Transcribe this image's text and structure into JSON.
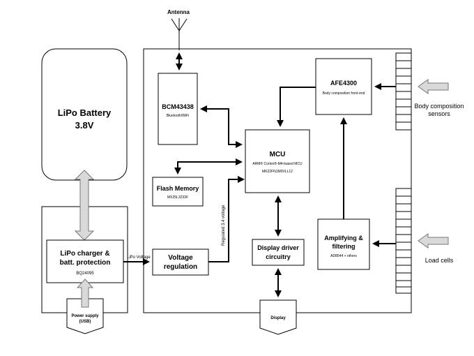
{
  "antenna": {
    "label": "Antenna"
  },
  "battery": {
    "title": "LiPo Battery",
    "voltage": "3.8V"
  },
  "charger": {
    "title_line1": "LiPo charger &",
    "title_line2": "batt. protection",
    "part": "BQ24095"
  },
  "power_supply": {
    "line1": "Power supply",
    "line2": "(USB)"
  },
  "bcm": {
    "title": "BCM43438",
    "subtitle": "Bluetooth/WiFi"
  },
  "afe": {
    "title": "AFE4300",
    "subtitle": "Body composition front-end"
  },
  "mcu": {
    "title": "MCU",
    "line1": "ARM® Cortex®-M4-based MCU",
    "line2": "MK22FN1M0VLL12"
  },
  "flash": {
    "title": "Flash Memory",
    "part": "MX25L3233F"
  },
  "voltage_reg": {
    "line1": "Voltage",
    "line2": "regulation"
  },
  "display_driver": {
    "line1": "Display driver",
    "line2": "circuitry"
  },
  "amplifier": {
    "line1": "Amplifying &",
    "line2": "filtering",
    "part": "AD8544 + others"
  },
  "display": {
    "label": "Display"
  },
  "body_sensors": {
    "line1": "Body composition",
    "line2": "sensors"
  },
  "load_cells": {
    "label": "Load cells"
  },
  "wires": {
    "lipo_voltage": "LiPo Voltage",
    "regulated_voltage": "Regulated 3.4 voltage"
  }
}
